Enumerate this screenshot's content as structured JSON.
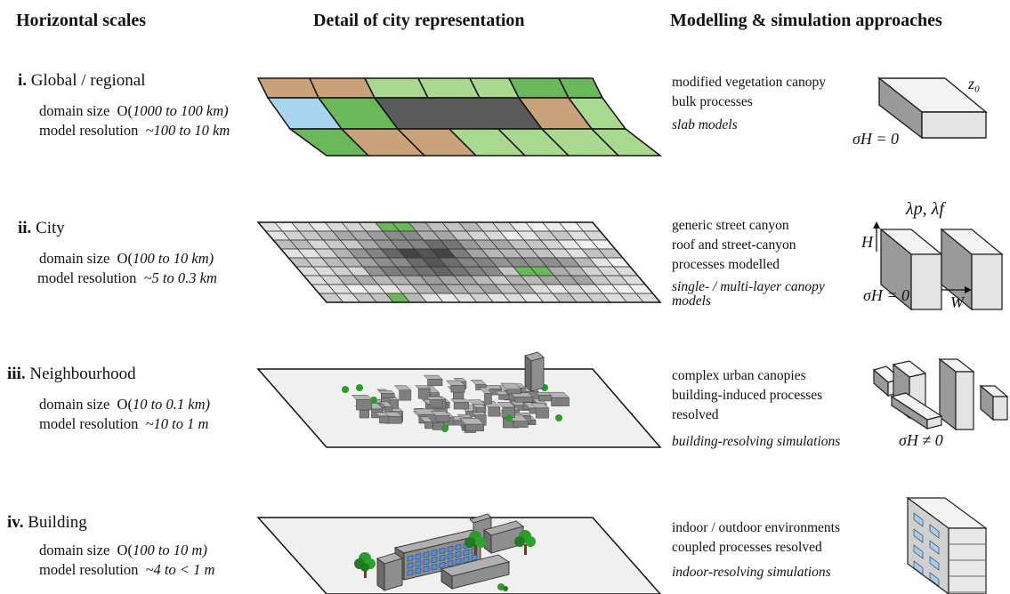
{
  "headers": {
    "scales": "Horizontal scales",
    "detail": "Detail of city representation",
    "approaches": "Modelling & simulation approaches"
  },
  "rows": [
    {
      "numeral": "i.",
      "name": "Global / regional",
      "domain_label": "domain size",
      "domain_prefix": "O(",
      "domain_value": "1000 to 100 km)",
      "resolution_label": "model resolution",
      "resolution_value": "~100 to 10 km",
      "approach_lines": [
        "modified vegetation canopy",
        "bulk processes"
      ],
      "approach_model": "slab models",
      "symbols": {
        "roughness": "z₀",
        "sigma": "σH = 0"
      }
    },
    {
      "numeral": "ii.",
      "name": "City",
      "domain_label": "domain size",
      "domain_prefix": "O(",
      "domain_value": "100 to 10 km)",
      "resolution_label": "model resolution",
      "resolution_value": "~5 to 0.3 km",
      "approach_lines": [
        "generic street canyon",
        "roof and street-canyon",
        "processes modelled"
      ],
      "approach_model": "single- / multi-layer canopy",
      "approach_model_2": "models",
      "symbols": {
        "lambda": "λp, λf",
        "height": "H",
        "width": "W",
        "sigma": "σH = 0"
      }
    },
    {
      "numeral": "iii.",
      "name": "Neighbourhood",
      "domain_label": "domain size",
      "domain_prefix": "O(",
      "domain_value": "10 to 0.1 km)",
      "resolution_label": "model resolution",
      "resolution_value": "~10 to 1 m",
      "approach_lines": [
        "complex urban canopies",
        "building-induced processes",
        "resolved"
      ],
      "approach_model": "building-resolving simulations",
      "symbols": {
        "sigma": "σH ≠ 0"
      }
    },
    {
      "numeral": "iv.",
      "name": "Building",
      "domain_label": "domain size",
      "domain_prefix": "O(",
      "domain_value": "100 to 10 m)",
      "resolution_label": "model resolution",
      "resolution_value": "~4 to < 1 m",
      "approach_lines": [
        "indoor / outdoor environments",
        "coupled processes resolved"
      ],
      "approach_model": "indoor-resolving simulations"
    }
  ],
  "colors": {
    "tan": "#c9a27a",
    "green_dark": "#6ab85a",
    "green_light": "#a9d98f",
    "water": "#a8d5ee",
    "urban_dark": "#5a5a5a",
    "plane": "#f0f0f0",
    "building": "#8a8a8a",
    "tree": "#2e9a2e"
  }
}
